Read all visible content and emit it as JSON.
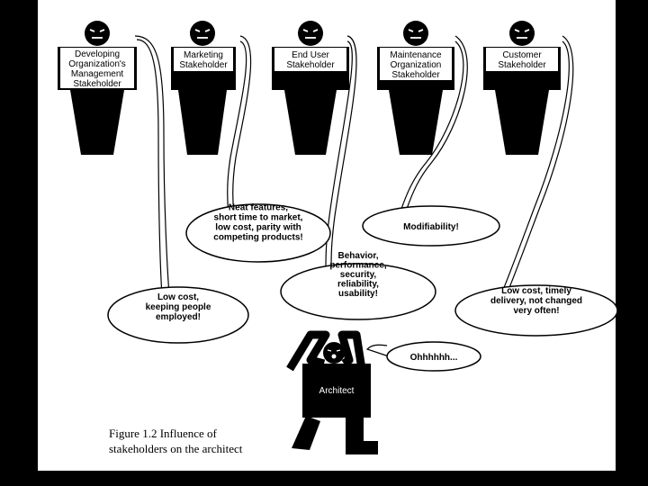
{
  "stakeholders": [
    {
      "label_lines": [
        "Developing",
        "Organization's",
        "Management",
        "Stakeholder"
      ]
    },
    {
      "label_lines": [
        "Marketing",
        "Stakeholder"
      ]
    },
    {
      "label_lines": [
        "End User",
        "Stakeholder"
      ]
    },
    {
      "label_lines": [
        "Maintenance",
        "Organization",
        "Stakeholder"
      ]
    },
    {
      "label_lines": [
        "Customer",
        "Stakeholder"
      ]
    }
  ],
  "bubbles": {
    "management": [
      "Low cost,",
      "keeping people",
      "employed!"
    ],
    "marketing": [
      "Neat features,",
      "short time to market,",
      "low cost, parity with",
      "competing products!"
    ],
    "end_user": [
      "Behavior,",
      "performance,",
      "security,",
      "reliability,",
      "usability!"
    ],
    "maintenance": [
      "Modifiability!"
    ],
    "customer": [
      "Low cost, timely",
      "delivery, not changed",
      "very often!"
    ],
    "architect": [
      "Ohhhhhh..."
    ]
  },
  "architect": {
    "label": "Architect"
  },
  "caption": {
    "line1": "Figure 1.2   Influence of",
    "line2": "stakeholders on the architect"
  }
}
